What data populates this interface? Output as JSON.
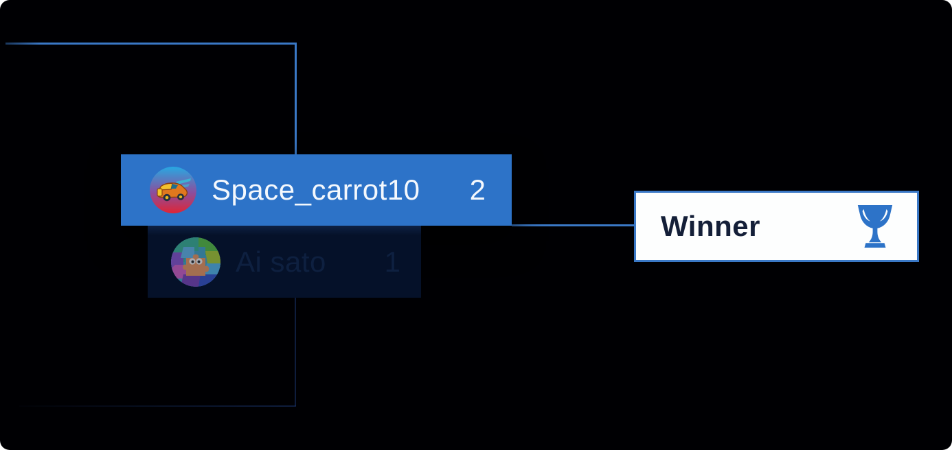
{
  "match": {
    "players": [
      {
        "name": "Space_carrot10",
        "score": "2",
        "avatar": "car-avatar",
        "is_winner": true
      },
      {
        "name": "Ai sato",
        "score": "1",
        "avatar": "puzzle-avatar",
        "is_winner": false
      }
    ]
  },
  "winner_box": {
    "label": "Winner",
    "icon": "trophy-icon"
  },
  "colors": {
    "background": "#000003",
    "highlight_blue": "#2d73c8",
    "connector_blue": "#3a78c6",
    "dim_connector": "#1a356e",
    "dim_row_bg": "#051129",
    "dim_text": "#0e2040",
    "light_text": "#f4f8fd",
    "winner_box_bg": "#fdfefe",
    "winner_text": "#141f38",
    "trophy_blue": "#2d73c8"
  }
}
